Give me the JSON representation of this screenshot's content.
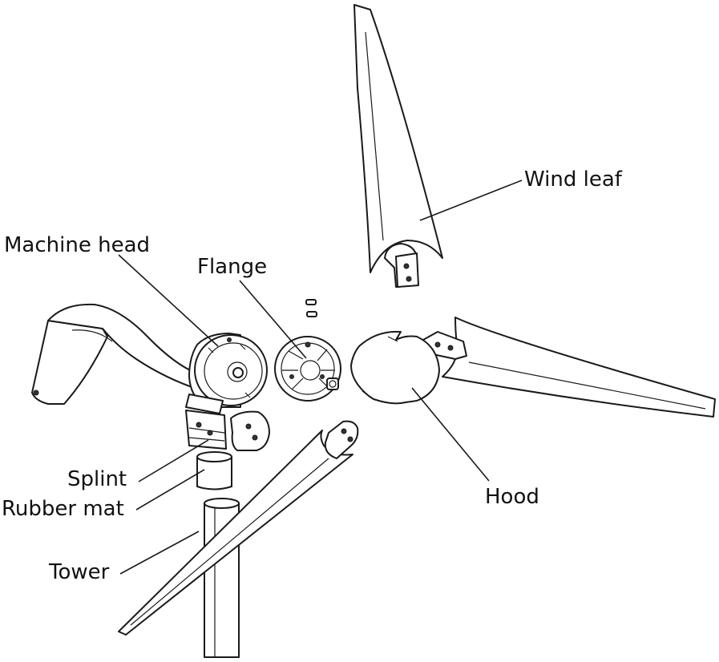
{
  "labels": {
    "wind_leaf": "Wind leaf",
    "machine_head": "Machine head",
    "flange": "Flange",
    "splint": "Splint",
    "rubber_mat": "Rubber mat",
    "tower": "Tower",
    "hood": "Hood"
  },
  "colors": {
    "line": "#1a1a1a",
    "background": "#ffffff"
  }
}
